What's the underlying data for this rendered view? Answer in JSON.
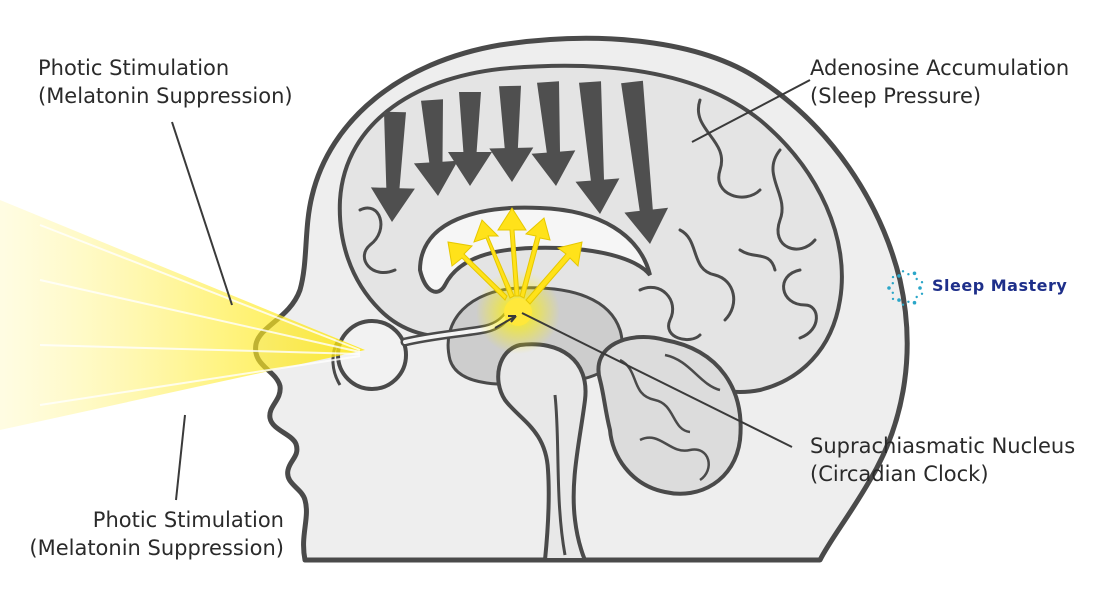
{
  "labels": {
    "photic_top": {
      "line1": "Photic Stimulation",
      "line2": "(Melatonin Suppression)"
    },
    "photic_bottom": {
      "line1": "Photic Stimulation",
      "line2": "(Melatonin Suppression)"
    },
    "adenosine": {
      "line1": "Adenosine Accumulation",
      "line2": "(Sleep Pressure)"
    },
    "scn": {
      "line1": "Suprachiasmatic Nucleus",
      "line2": "(Circadian Clock)"
    }
  },
  "brand": {
    "name": "Sleep Mastery",
    "icon": "dotted-circle-logo"
  },
  "colors": {
    "outline": "#4a4a4a",
    "brain_fill": "#e6e6e6",
    "deep_fill": "#cfcfcf",
    "adenosine_arrows": "#4f4f4f",
    "light_beam": "#ffe800",
    "brand_text": "#1e2f8a",
    "brand_dots": "#2aa6c8"
  }
}
